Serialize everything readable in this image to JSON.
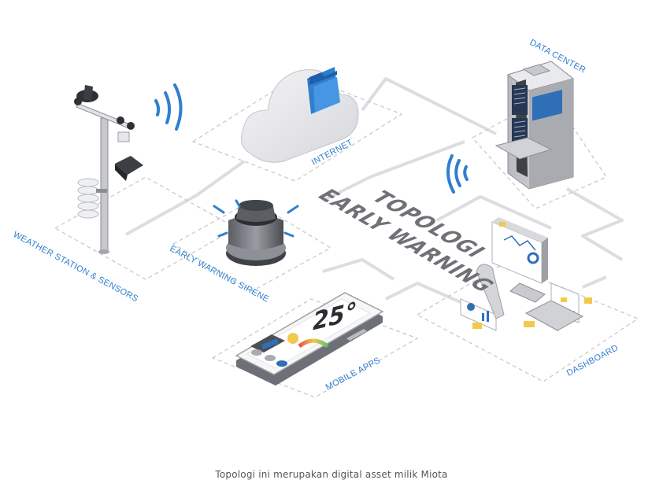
{
  "diagram": {
    "title_line1": "TOPOLOGI",
    "title_line2": "EARLY WARNING",
    "nodes": {
      "weather_station": "WEATHER STATION & SENSORS",
      "internet": "INTERNET",
      "data_center": "DATA CENTER",
      "siren": "EARLY WARNING SIRENE",
      "mobile": "MOBILE APPS",
      "dashboard": "DASHBOARD"
    },
    "phone_temperature": "25°",
    "accent_color": "#2f7fd0",
    "label_color": "#2f7fd0"
  },
  "caption": "Topologi ini merupakan digital asset milik Miota"
}
